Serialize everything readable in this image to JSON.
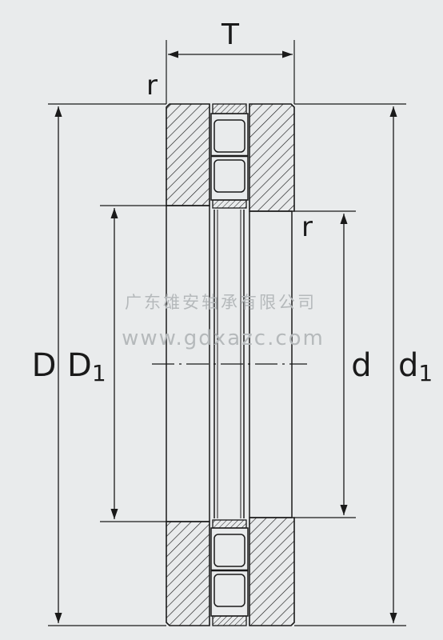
{
  "labels": {
    "T": "T",
    "r_top": "r",
    "r_inner": "r",
    "D": "D",
    "D1_main": "D",
    "D1_sub": "1",
    "d": "d",
    "d1_main": "d",
    "d1_sub": "1"
  },
  "watermark": {
    "company": "广东雄安轴承有限公司",
    "url": "www.gdxazc.com"
  },
  "colors": {
    "background": "#e9ebec",
    "line": "#1a1a1a",
    "watermark": "#b5b9bb"
  }
}
